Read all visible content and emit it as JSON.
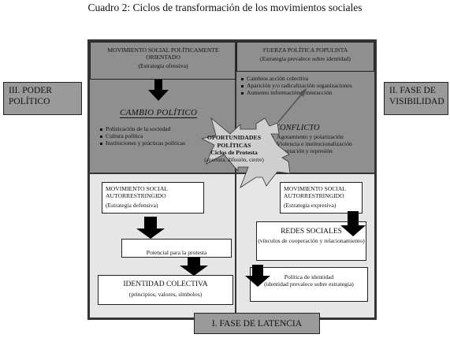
{
  "title": "Cuadro 2: Ciclos de transformación de los movimientos sociales",
  "side_left": "III. PODER POLÍTICO",
  "side_right": "II. FASE DE VISIBILIDAD",
  "bottom_label": "I. FASE DE LATENCIA",
  "tl": {
    "head": "MOVIMIENTO SOCIAL POLÍTICAMENTE ORIENTADO",
    "sub": "(Estrategia ofensiva)",
    "cambio": "CAMBIO POLÍTICO",
    "items": [
      "Polizicación de la sociedad",
      "Cultura política",
      "Instituciones y prácticas políticas"
    ]
  },
  "tr": {
    "head": "FUERZA POLÍTICA POPULISTA",
    "sub": "(Estrategia prevalece sobre identidad)",
    "items": [
      "Cambios acción colectiva",
      "Aparición y/o radicalización organizaciones",
      "Aumento información e interacción"
    ],
    "conflicto": "CONFLICTO",
    "items2": [
      "Agotamiento y polarización",
      "Violencia e institucionalización",
      "Cooptación y represión"
    ]
  },
  "center": {
    "line1": "OPORTUNIDADES",
    "line2": "POLÍTICAS",
    "line3": "Ciclos de Protesta",
    "line4": "(apertura, difusión, cierre)"
  },
  "bl": {
    "head": "MOVIMIENTO SOCIAL AUTORRESTRINGIDO",
    "sub": "(Estrategia defensiva)",
    "potencial": "Potencial para la protesta",
    "identidad": "IDENTIDAD COLECTIVA",
    "identidad_sub": "(principios, valores, símbolos)"
  },
  "br": {
    "head": "MOVIMIENTO SOCIAL AUTORRESTRINGIDO",
    "sub": "(Estrategia expresiva)",
    "redes": "REDES SOCIALES",
    "redes_sub": "(vínculos de cooperación y relacionamiento)",
    "politica": "Política de identidad",
    "politica_sub": "(identidad prevalece sobre estrategia)"
  }
}
